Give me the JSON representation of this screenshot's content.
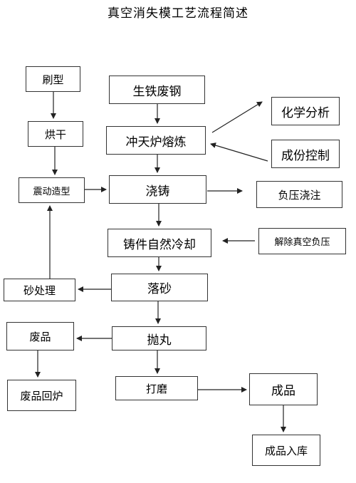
{
  "title": "真空消失模工艺流程简述",
  "nodes": {
    "shua_xing": "刷型",
    "hong_gan": "烘干",
    "zhen_dong": "震动造型",
    "sheng_tie": "生铁废钢",
    "chong_tian_lu": "冲天炉熔炼",
    "hua_xue": "化学分析",
    "cheng_fen": "成份控制",
    "jiao_zhu": "浇铸",
    "fu_ya": "负压浇注",
    "ling_jian": "铸件自然冷却",
    "jie_chu": "解除真空负压",
    "luo_sha": "落砂",
    "sha_chu_li": "砂处理",
    "fei_pin": "废品",
    "pao_wan": "抛丸",
    "fei_pin_hui_lu": "废品回炉",
    "da_mo": "打磨",
    "cheng_pin": "成品",
    "cheng_pin_ru_ku": "成品入库"
  }
}
